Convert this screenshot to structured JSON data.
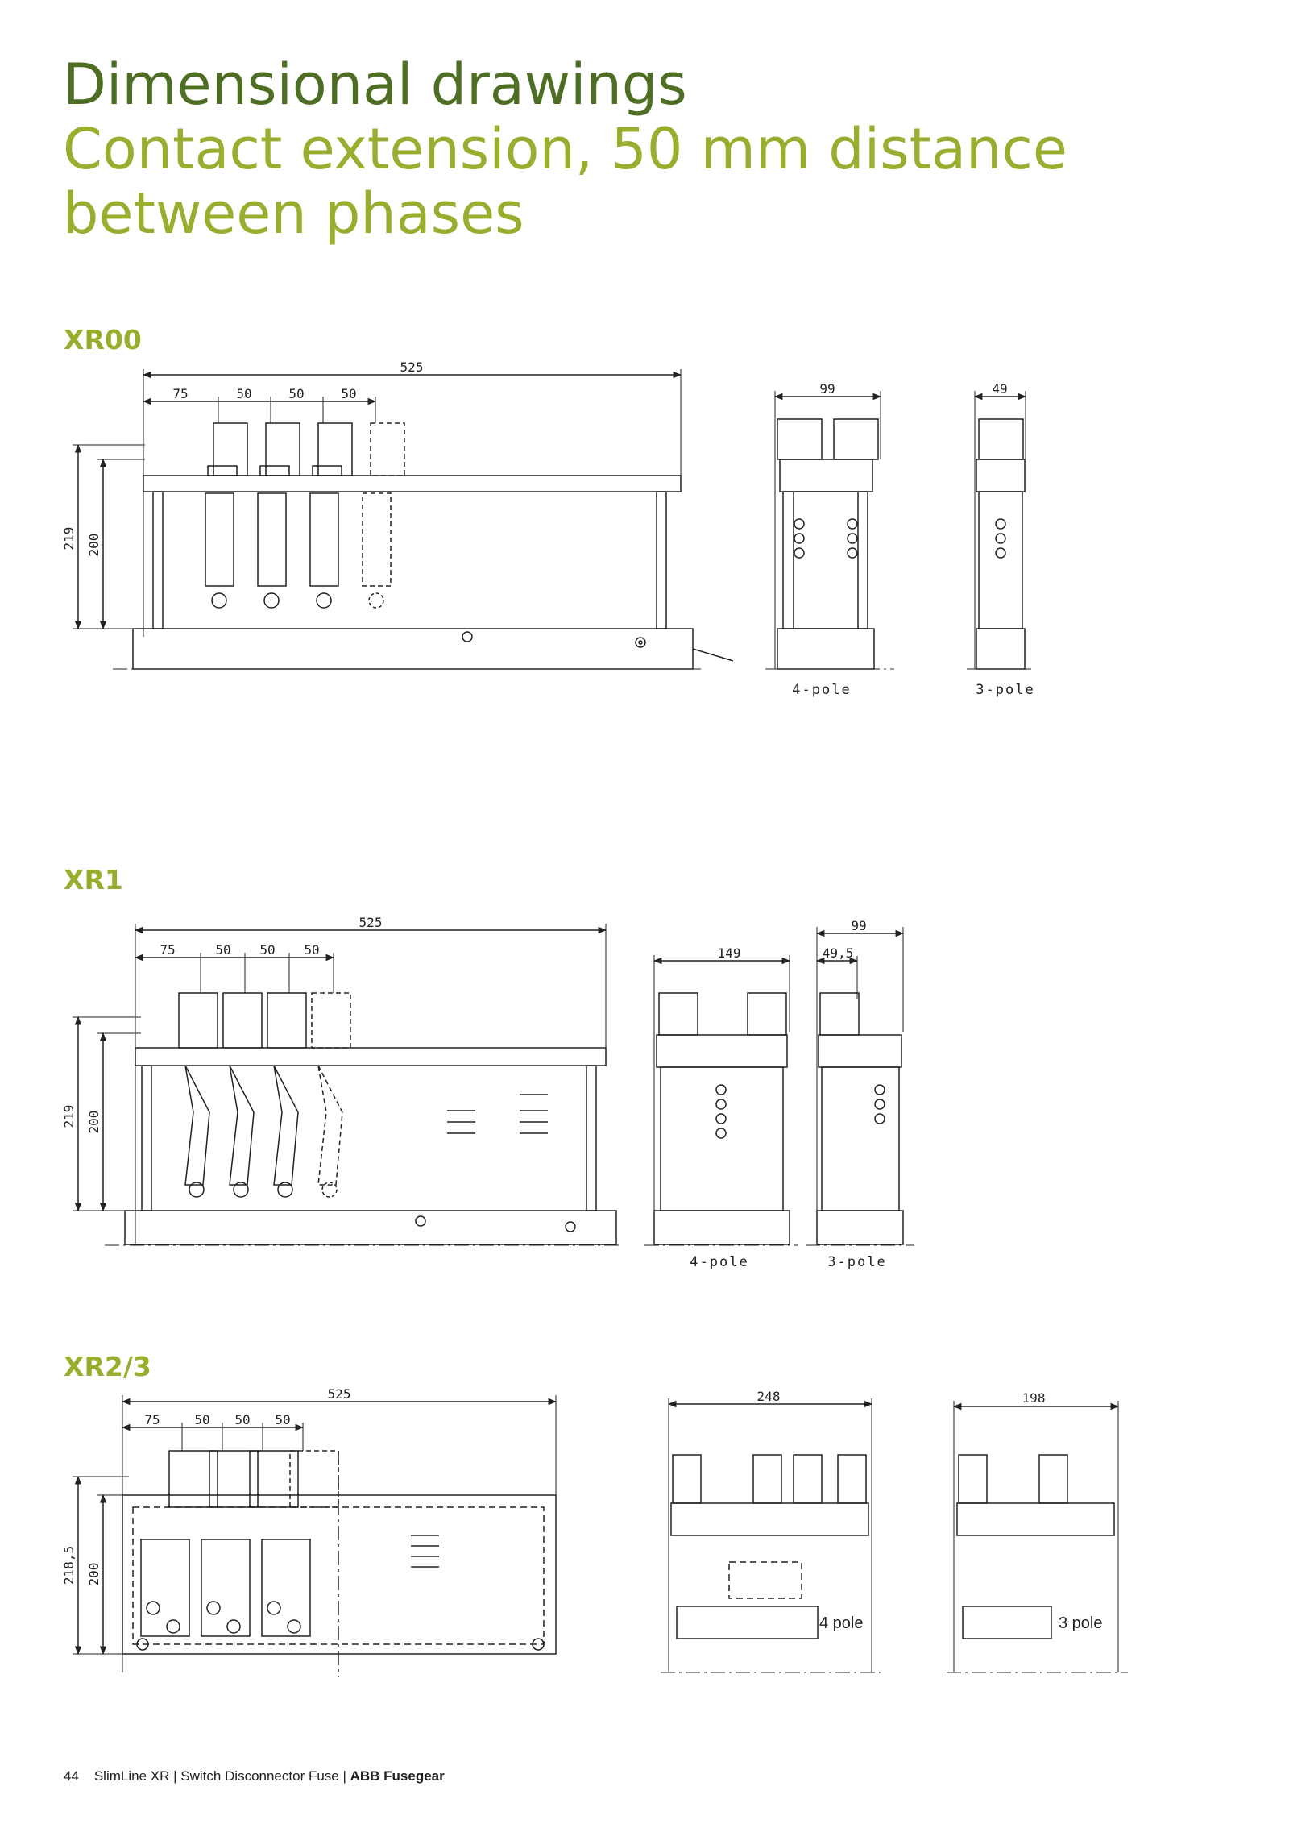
{
  "heading": {
    "line1": "Dimensional drawings",
    "line2": "Contact extension, 50 mm distance",
    "line3": "between phases"
  },
  "sections": {
    "xr00": {
      "label": "XR00",
      "dims": {
        "overall": "525",
        "first": "75",
        "p1": "50",
        "p2": "50",
        "p3": "50",
        "h_outer": "219",
        "h_inner": "200",
        "w4": "99",
        "w3": "49"
      },
      "captions": {
        "four": "4-pole",
        "three": "3-pole"
      }
    },
    "xr1": {
      "label": "XR1",
      "dims": {
        "overall": "525",
        "first": "75",
        "p1": "50",
        "p2": "50",
        "p3": "50",
        "h_outer": "219",
        "h_inner": "200",
        "w4": "149",
        "w3_outer": "99",
        "w3_inner": "49,5"
      },
      "captions": {
        "four": "4-pole",
        "three": "3-pole"
      }
    },
    "xr23": {
      "label": "XR2/3",
      "dims": {
        "overall": "525",
        "first": "75",
        "p1": "50",
        "p2": "50",
        "p3": "50",
        "h_outer": "218,5",
        "h_inner": "200",
        "w4": "248",
        "w3": "198"
      },
      "captions": {
        "four": "4 pole",
        "three": "3 pole"
      }
    }
  },
  "footer": {
    "page": "44",
    "product": "SlimLine XR | Switch Disconnector Fuse | ",
    "brand": "ABB Fusegear"
  },
  "colors": {
    "title_dark": "#4e6e23",
    "title_light": "#97ae2e",
    "line": "#222222"
  }
}
